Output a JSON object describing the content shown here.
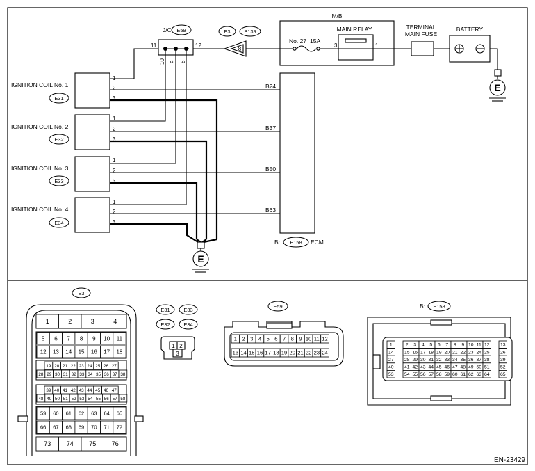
{
  "diagram": {
    "ref": "EN-23429",
    "mb_label": "M/B",
    "jc": {
      "label": "J/C",
      "code": "E59",
      "pins": [
        "11",
        "12",
        "10",
        "9",
        "8"
      ]
    },
    "conn_e3": {
      "codes": [
        "E3",
        "B139"
      ],
      "pin": "8"
    },
    "fuse": {
      "no": "No. 27",
      "rating": "15A",
      "pin": "3"
    },
    "relay": {
      "label": "MAIN RELAY",
      "pin": "1"
    },
    "main_fuse": {
      "line1": "TERMINAL",
      "line2": "MAIN FUSE"
    },
    "battery": {
      "label": "BATTERY"
    },
    "ground": "E",
    "coils": [
      {
        "name": "IGNITION COIL No. 1",
        "code": "E31",
        "ecm_pin": "B24"
      },
      {
        "name": "IGNITION COIL No. 2",
        "code": "E32",
        "ecm_pin": "B37"
      },
      {
        "name": "IGNITION COIL No. 3",
        "code": "E33",
        "ecm_pin": "B50"
      },
      {
        "name": "IGNITION COIL No. 4",
        "code": "E34",
        "ecm_pin": "B63"
      }
    ],
    "coil_pins": [
      "1",
      "2",
      "3"
    ],
    "ecm": {
      "prefix": "B:",
      "code": "E158",
      "label": "ECM"
    }
  },
  "connectors": {
    "e3": {
      "code": "E3",
      "row1": [
        "1",
        "2",
        "3",
        "4"
      ],
      "row2a": [
        "5",
        "6",
        "7",
        "8",
        "9",
        "10",
        "11"
      ],
      "row2b": [
        "12",
        "13",
        "14",
        "15",
        "16",
        "17",
        "18"
      ],
      "row3a": [
        "19",
        "20",
        "21",
        "22",
        "23",
        "24",
        "25",
        "26",
        "27"
      ],
      "row3b": [
        "28",
        "29",
        "30",
        "31",
        "32",
        "33",
        "34",
        "35",
        "36",
        "37",
        "38"
      ],
      "row4a": [
        "39",
        "40",
        "41",
        "42",
        "43",
        "44",
        "45",
        "46",
        "47"
      ],
      "row4b": [
        "48",
        "49",
        "50",
        "51",
        "52",
        "53",
        "54",
        "55",
        "56",
        "57",
        "58"
      ],
      "row5a": [
        "59",
        "60",
        "61",
        "62",
        "63",
        "64",
        "65"
      ],
      "row5b": [
        "66",
        "67",
        "68",
        "69",
        "70",
        "71",
        "72"
      ],
      "row6": [
        "73",
        "74",
        "75",
        "76"
      ]
    },
    "coil": {
      "codes": [
        "E31",
        "E33",
        "E32",
        "E34"
      ],
      "pins": [
        "1",
        "2",
        "3"
      ]
    },
    "e59": {
      "code": "E59",
      "row1": [
        "1",
        "2",
        "3",
        "4",
        "5",
        "6",
        "7",
        "8",
        "9",
        "10",
        "11",
        "12"
      ],
      "row2": [
        "13",
        "14",
        "15",
        "16",
        "17",
        "18",
        "19",
        "20",
        "21",
        "22",
        "23",
        "24"
      ]
    },
    "e158": {
      "prefix": "B:",
      "code": "E158",
      "rows": [
        [
          "1",
          "",
          "2",
          "3",
          "4",
          "5",
          "6",
          "7",
          "8",
          "9",
          "10",
          "11",
          "12",
          "",
          "13"
        ],
        [
          "14",
          "",
          "15",
          "16",
          "17",
          "18",
          "19",
          "20",
          "21",
          "22",
          "23",
          "24",
          "25",
          "",
          "26"
        ],
        [
          "27",
          "",
          "28",
          "29",
          "30",
          "31",
          "32",
          "33",
          "34",
          "35",
          "36",
          "37",
          "38",
          "",
          "39"
        ],
        [
          "40",
          "",
          "41",
          "42",
          "43",
          "44",
          "45",
          "46",
          "47",
          "48",
          "49",
          "50",
          "51",
          "",
          "52"
        ],
        [
          "53",
          "",
          "54",
          "55",
          "56",
          "57",
          "58",
          "59",
          "60",
          "61",
          "62",
          "63",
          "64",
          "",
          "65"
        ]
      ]
    }
  }
}
